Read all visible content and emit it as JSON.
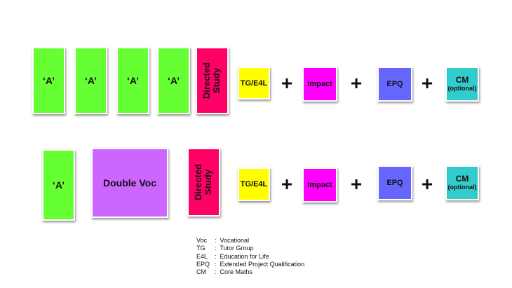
{
  "row1": {
    "a_labels": [
      "‘A’",
      "‘A’",
      "‘A’",
      "‘A’"
    ],
    "directed_study": [
      "Directed",
      "Study"
    ],
    "tg": "TG/E4L",
    "impact": "Impact",
    "epq": "EPQ",
    "cm": "CM",
    "cm_sub": "(optional)",
    "plus": "+"
  },
  "row2": {
    "a_label": "‘A’",
    "double_voc": "Double Voc",
    "directed_study": [
      "Directed",
      "Study"
    ],
    "tg": "TG/E4L",
    "impact": "Impact",
    "epq": "EPQ",
    "cm": "CM",
    "cm_sub": "(optional)",
    "plus": "+"
  },
  "legend": [
    {
      "abbr": "Voc",
      "sep": ":",
      "text": "Vocational"
    },
    {
      "abbr": "TG",
      "sep": ":",
      "text": "Tutor Group"
    },
    {
      "abbr": "E4L",
      "sep": ":",
      "text": "Education for Life"
    },
    {
      "abbr": "EPQ",
      "sep": ":",
      "text": "Extended Project Qualification"
    },
    {
      "abbr": "CM",
      "sep": ":",
      "text": "Core Maths"
    }
  ],
  "colors": {
    "a_level": "#66ff33",
    "directed_study": "#ff0066",
    "tg_e4l": "#ffff00",
    "impact": "#ff00ff",
    "epq": "#6666ff",
    "cm": "#33cccc",
    "double_voc": "#cc66ff"
  }
}
